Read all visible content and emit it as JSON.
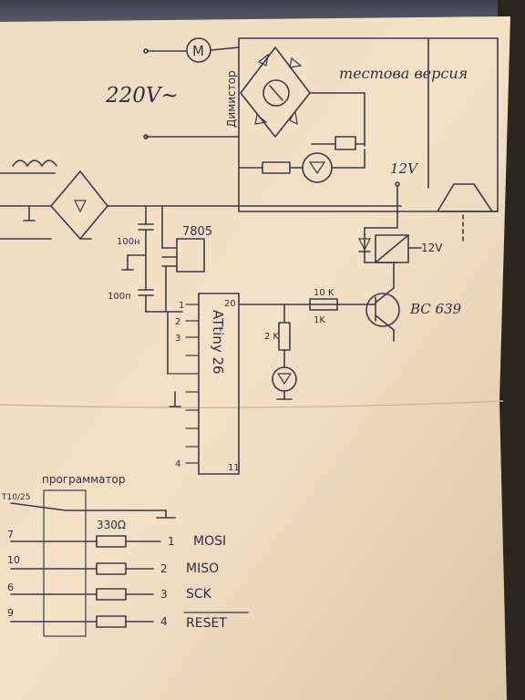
{
  "labels": {
    "mains": "220V~",
    "motor": "M",
    "dimmer": "Димистор",
    "test_version": "тестова версия",
    "supply_12v": "12V",
    "regulator": "7805",
    "cap1": "100н",
    "cap2": "100п",
    "mcu": "ATtiny 26",
    "resistor_10k": "10 K",
    "resistor_1k": "1K",
    "resistor_2k": "2 K",
    "transistor": "BC 639",
    "relay_12v": "12V",
    "programmer": "программатор",
    "ground_pin": "Т10/25",
    "series_r": "330Ω",
    "pin_20": "20",
    "pin_4": "4",
    "pin_1": "1",
    "pin_2": "2",
    "pin_3": "3",
    "pin_11": "11"
  },
  "programmer_lines": [
    {
      "pin_left": "7",
      "pin_right": "1",
      "signal": "MOSI"
    },
    {
      "pin_left": "10",
      "pin_right": "2",
      "signal": "MISO"
    },
    {
      "pin_left": "6",
      "pin_right": "3",
      "signal": "SCK"
    },
    {
      "pin_left": "9",
      "pin_right": "4",
      "signal": "RESET"
    }
  ]
}
